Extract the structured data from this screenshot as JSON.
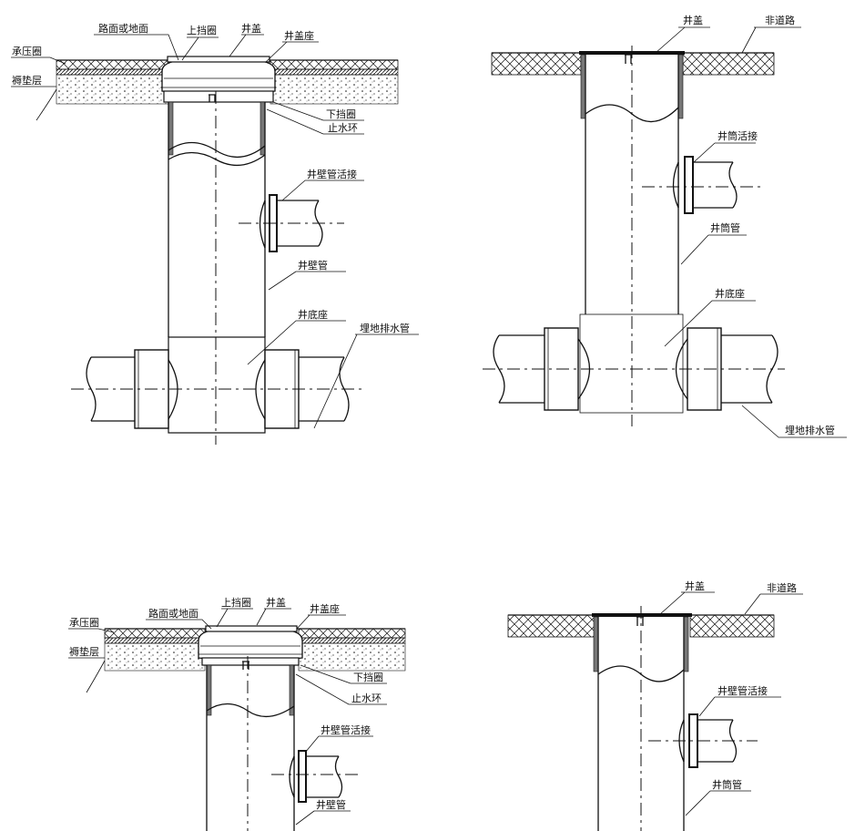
{
  "colors": {
    "ink": "#111111",
    "background": "#ffffff",
    "wall_fill": "#777777"
  },
  "diagrams": [
    {
      "labels": {
        "cover": "井盖",
        "upper_ring": "上挡圈",
        "cover_seat": "井盖座",
        "road_surface": "路面或地面",
        "bearing_ring": "承压圈",
        "cushion_layer": "褥垫层",
        "lower_ring": "下挡圈",
        "water_stop_ring": "止水环",
        "wall_pipe_joint": "井壁管活接",
        "wall_pipe": "井壁管",
        "base": "井底座",
        "buried_pipe": "埋地排水管"
      }
    },
    {
      "labels": {
        "cover": "井盖",
        "non_road": "非道路",
        "shaft_joint": "井筒活接",
        "shaft_pipe": "井筒管",
        "base": "井底座",
        "buried_pipe": "埋地排水管"
      }
    },
    {
      "labels": {
        "road_surface": "路面或地面",
        "upper_ring": "上挡圈",
        "cover": "井盖",
        "cover_seat": "井盖座",
        "bearing_ring": "承压圈",
        "cushion_layer": "褥垫层",
        "lower_ring": "下挡圈",
        "water_stop_ring": "止水环",
        "wall_pipe_joint": "井壁管活接",
        "wall_pipe": "井壁管"
      }
    },
    {
      "labels": {
        "cover": "井盖",
        "non_road": "非道路",
        "wall_pipe_joint": "井壁管活接",
        "shaft_pipe": "井筒管"
      }
    }
  ]
}
